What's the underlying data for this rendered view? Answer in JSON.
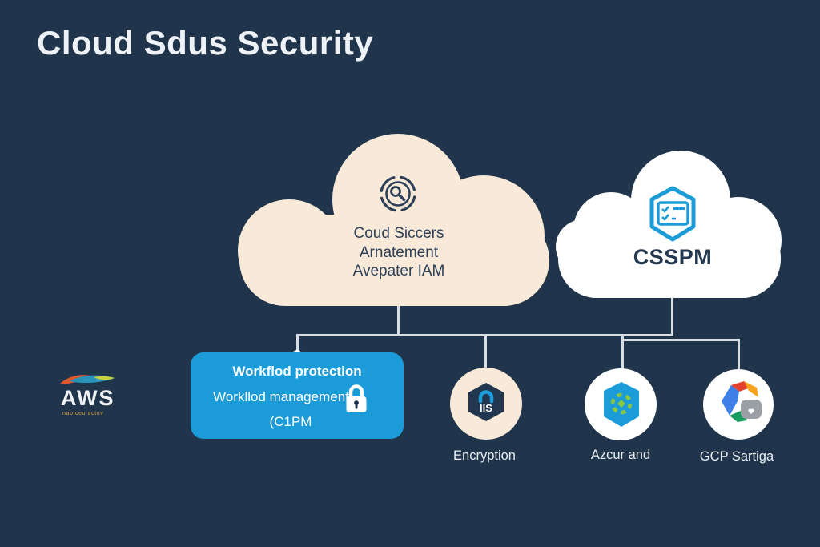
{
  "title": "Cloud Sdus Security",
  "clouds": {
    "center": {
      "lines": [
        "Coud Siccers",
        "Arnatement",
        "Avepater IAM"
      ],
      "icon": "search-badge-icon"
    },
    "right": {
      "label": "CSSPM",
      "icon": "checklist-shield-icon"
    }
  },
  "workload_box": {
    "line1": "Workflod protection",
    "line2": "Workllod management",
    "line3": "(C1PM",
    "icon": "lock-icon"
  },
  "aws": {
    "name": "AWS",
    "tagline": "nabtceu actuv",
    "icon": "aws-swoosh-icon"
  },
  "nodes": {
    "encryption": {
      "label": "Encryption",
      "badge": "IIS",
      "icon": "lock-shield-icon"
    },
    "azure": {
      "label": "Azcur and",
      "icon": "sync-shield-icon"
    },
    "gcp": {
      "label": "GCP Sartiga",
      "icon": "gcp-drive-icon"
    }
  },
  "colors": {
    "background": "#20354b",
    "cream_cloud": "#f8e9d8",
    "white_cloud": "#ffffff",
    "navy_text": "#2e4057",
    "accent_blue": "#1b9cd9",
    "connector_line": "#d9dee5",
    "green_accent": "#8bc83f"
  }
}
